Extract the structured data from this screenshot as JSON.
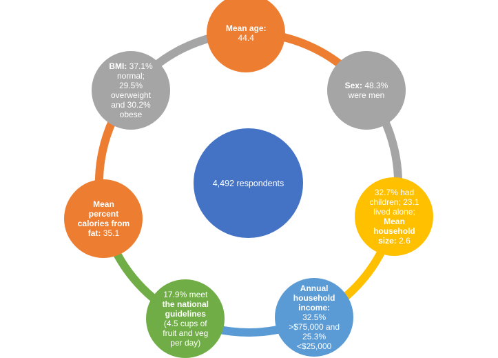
{
  "center": {
    "text": "4,492 respondents",
    "color": "#4472C4"
  },
  "nodes": [
    {
      "id": "mean-age",
      "color": "#ED7D31",
      "lines": [
        {
          "bold": "Mean age:",
          "normal": ""
        },
        {
          "bold": "",
          "normal": "44.4"
        }
      ]
    },
    {
      "id": "sex",
      "color": "#A5A5A5",
      "lines": [
        {
          "bold": "Sex:",
          "normal": " 48.3%"
        },
        {
          "bold": "",
          "normal": "were men"
        }
      ]
    },
    {
      "id": "household",
      "color": "#FFC000",
      "lines": [
        {
          "bold": "",
          "normal": "32.7% had"
        },
        {
          "bold": "",
          "normal": "children; 23.1"
        },
        {
          "bold": "",
          "normal": "lived alone;"
        },
        {
          "bold": "Mean",
          "normal": ""
        },
        {
          "bold": "household",
          "normal": ""
        },
        {
          "bold": "size:",
          "normal": " 2.6"
        }
      ]
    },
    {
      "id": "income",
      "color": "#5B9BD5",
      "lines": [
        {
          "bold": "Annual",
          "normal": ""
        },
        {
          "bold": "household",
          "normal": ""
        },
        {
          "bold": "income:",
          "normal": ""
        },
        {
          "bold": "",
          "normal": "32.5%"
        },
        {
          "bold": "",
          "normal": ">$75,000 and"
        },
        {
          "bold": "",
          "normal": "25.3%"
        },
        {
          "bold": "",
          "normal": "<$25,000"
        }
      ]
    },
    {
      "id": "guidelines",
      "color": "#70AD47",
      "lines": [
        {
          "bold": "",
          "normal": "17.9% meet"
        },
        {
          "bold": "the national",
          "normal": ""
        },
        {
          "bold": "guidelines",
          "normal": ""
        },
        {
          "bold": "",
          "normal": "(4.5 cups of"
        },
        {
          "bold": "",
          "normal": "fruit and veg"
        },
        {
          "bold": "",
          "normal": "per day)"
        }
      ]
    },
    {
      "id": "calories-fat",
      "color": "#ED7D31",
      "lines": [
        {
          "bold": "Mean",
          "normal": ""
        },
        {
          "bold": "percent",
          "normal": ""
        },
        {
          "bold": "calories from",
          "normal": ""
        },
        {
          "bold": "fat:",
          "normal": " 35.1"
        }
      ]
    },
    {
      "id": "bmi",
      "color": "#A5A5A5",
      "lines": [
        {
          "bold": "BMI:",
          "normal": " 37.1%"
        },
        {
          "bold": "",
          "normal": "normal;"
        },
        {
          "bold": "",
          "normal": "29.5%"
        },
        {
          "bold": "",
          "normal": "overweight"
        },
        {
          "bold": "",
          "normal": "and 30.2%"
        },
        {
          "bold": "",
          "normal": "obese"
        }
      ]
    }
  ],
  "arcs": [
    {
      "from": "mean-age",
      "to": "sex",
      "color": "#ED7D31"
    },
    {
      "from": "sex",
      "to": "household",
      "color": "#A5A5A5"
    },
    {
      "from": "household",
      "to": "income",
      "color": "#FFC000"
    },
    {
      "from": "income",
      "to": "guidelines",
      "color": "#5B9BD5"
    },
    {
      "from": "guidelines",
      "to": "calories-fat",
      "color": "#70AD47"
    },
    {
      "from": "calories-fat",
      "to": "bmi",
      "color": "#ED7D31"
    },
    {
      "from": "bmi",
      "to": "mean-age",
      "color": "#A5A5A5"
    }
  ]
}
